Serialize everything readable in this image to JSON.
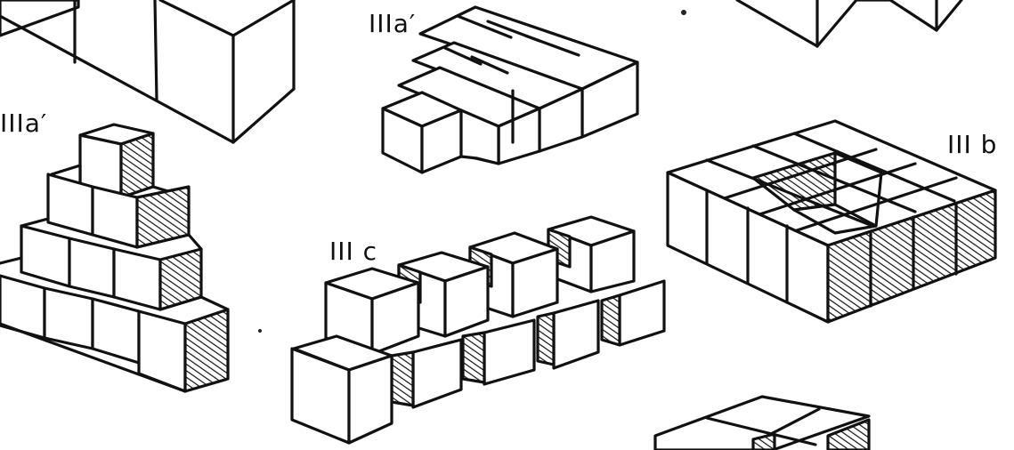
{
  "figure": {
    "labels": {
      "top_center": "IIIa′",
      "left": "IIIa′",
      "right": "III b",
      "center": "III c"
    }
  },
  "colors": {
    "ink": "#111111",
    "paper": "#ffffff"
  }
}
